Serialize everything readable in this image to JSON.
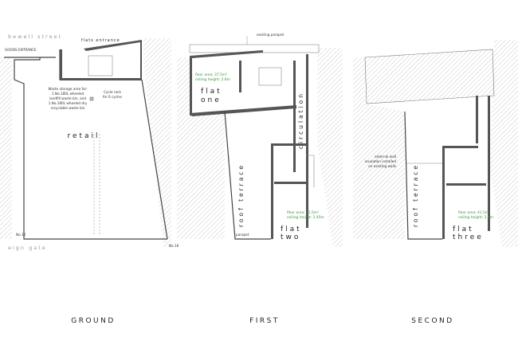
{
  "plans": {
    "ground": {
      "title": "GROUND",
      "street": "bewell street",
      "goods_entrance": "GOODS ENTRANCE",
      "flats_entrance": "flats entrance",
      "waste_note": [
        "Waste storage area for:",
        "1.No.180L wheeled",
        "landfill waste bin, and",
        "1.No.180L wheeled dry",
        "recyclable waste bin"
      ],
      "cycle_note": [
        "Cycle rack",
        "for 6 cycles"
      ],
      "room": "retail",
      "no10": "No.10",
      "no16": "No.16",
      "gate": "eign gate"
    },
    "first": {
      "title": "FIRST",
      "parapet_note": "existing parapet",
      "flat_one": [
        "flat",
        "one"
      ],
      "flat_one_area": "floor area: 37.5m²",
      "flat_one_height": "ceiling height: 2.8m",
      "circulation": "circulation",
      "roof_terrace": "roof terrace",
      "parapet": "parapet",
      "flat_two": [
        "flat",
        "two"
      ],
      "flat_two_area": "floor area: 41.5m²",
      "flat_two_height": "ceiling height: 2.45m"
    },
    "second": {
      "title": "SECOND",
      "insulation_note": [
        "external wall",
        "insulation installed",
        "on existing walls"
      ],
      "roof_terrace": "roof terrace",
      "flat_three": [
        "flat",
        "three"
      ],
      "flat_three_area": "floor area: 41.5m²",
      "flat_three_height": "ceiling height: 2.4m"
    }
  },
  "colors": {
    "wall": "#555555",
    "note_green": "#3a9a3a",
    "hatch": "#999999"
  }
}
